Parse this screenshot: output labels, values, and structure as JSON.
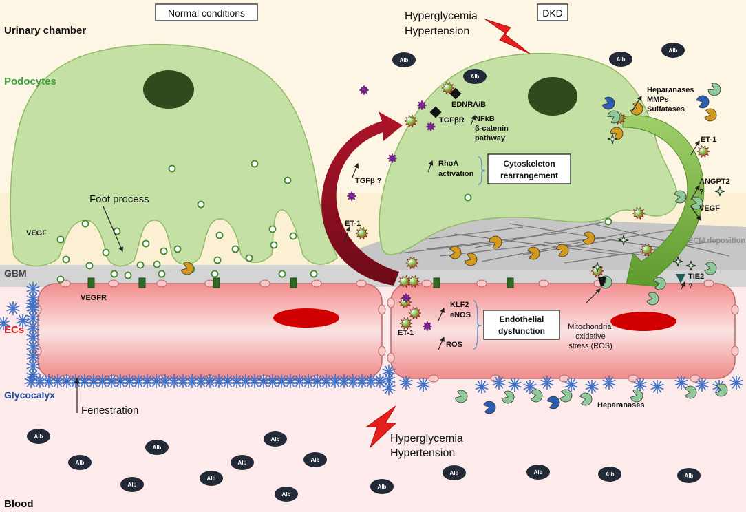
{
  "regions": {
    "urinary": "Urinary chamber",
    "podocytes": "Podocytes",
    "gbm": "GBM",
    "ecs": "ECs",
    "glycocalyx": "Glycocalyx",
    "blood": "Blood"
  },
  "panels": {
    "normal": "Normal conditions",
    "dkd": "DKD"
  },
  "stress": {
    "line1": "Hyperglycemia",
    "line2": "Hypertension"
  },
  "labels": {
    "foot_process": "Foot process",
    "vegf": "VEGF",
    "vegfr": "VEGFR",
    "fenestration": "Fenestration",
    "alb": "Alb",
    "ednra": "EDNRA/B",
    "tgfbr": "TGFβR",
    "nfkb": "NFkB",
    "bcatenin": "β-catenin",
    "pathway": "pathway",
    "rhoa": "RhoA",
    "activation": "activation",
    "cyto1": "Cytoskeleton",
    "cyto2": "rearrangement",
    "tgfb": "TGFβ ?",
    "et1": "ET-1",
    "heparanases": "Heparanases",
    "mmps": "MMPs",
    "sulfatases": "Sulfatases",
    "angpt2": "ANGPT2",
    "q": "?",
    "ecm": "ECM deposition",
    "tie2": "TIE2",
    "klf2": "KLF2",
    "enos": "eNOS",
    "ros": "ROS",
    "endo1": "Endothelial",
    "endo2": "dysfunction",
    "mito1": "Mitochondrial",
    "mito2": "oxidative",
    "mito3": "stress (ROS)"
  },
  "colors": {
    "urinary_bg": "#fdf6e4",
    "podocyte": "#c5e0a5",
    "podocyte_stroke": "#7fae55",
    "nucleus": "#2f4a1d",
    "gbm": "#d4d4d4",
    "ec": "#f4a7a7",
    "ec_nucleus": "#d10000",
    "blood_bg": "#fdeaea",
    "glycocalyx": "#3b6fc7",
    "arrow_red": "#8b1020",
    "arrow_green": "#77b041",
    "podocytes_label": "#3aa33a",
    "ecs_label": "#e02020",
    "glyco_label": "#1f4fa0"
  }
}
